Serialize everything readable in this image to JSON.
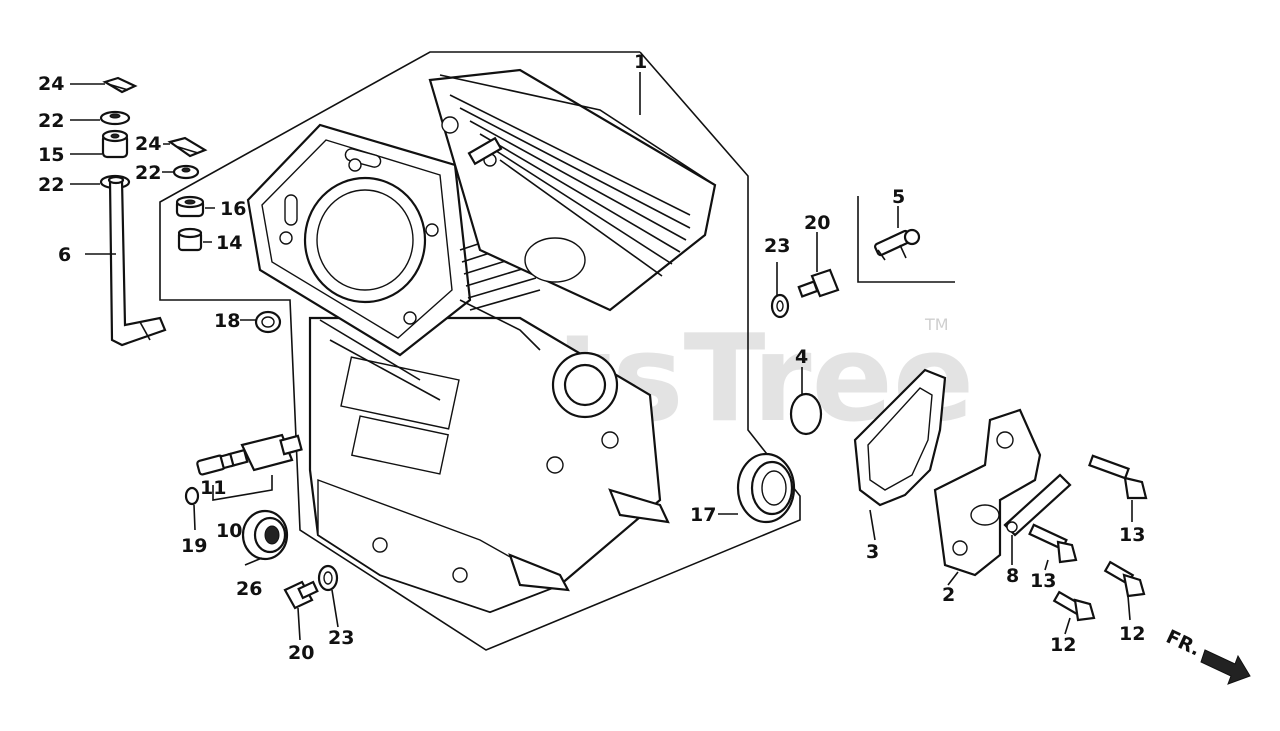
{
  "watermark": {
    "text": "PartsTree",
    "tm": "TM"
  },
  "direction_label": "FR.",
  "callouts": {
    "c1": "1",
    "c2": "2",
    "c3": "3",
    "c4": "4",
    "c5": "5",
    "c6": "6",
    "c8": "8",
    "c10": "10",
    "c11": "11",
    "c12a": "12",
    "c12b": "12",
    "c13a": "13",
    "c13b": "13",
    "c14": "14",
    "c15": "15",
    "c16": "16",
    "c17": "17",
    "c18": "18",
    "c19": "19",
    "c20a": "20",
    "c20b": "20",
    "c22a": "22",
    "c22b": "22",
    "c22c": "22",
    "c23a": "23",
    "c23b": "23",
    "c24a": "24",
    "c24b": "24",
    "c26": "26"
  }
}
